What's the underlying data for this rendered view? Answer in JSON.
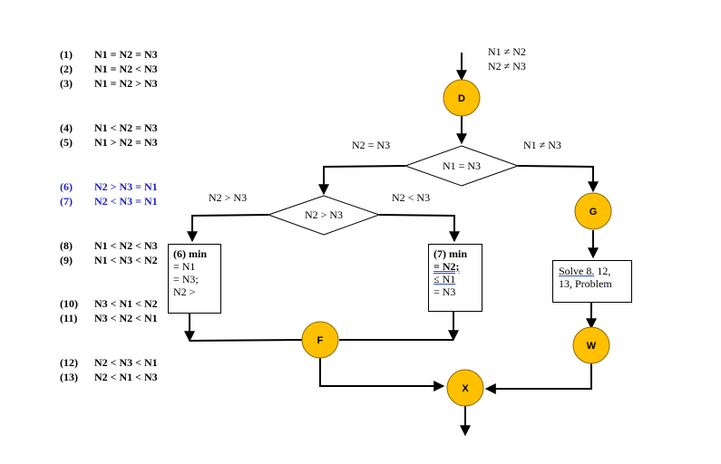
{
  "cases": [
    {
      "num": "(1)",
      "text": "N1 = N2 = N3",
      "highlight": false
    },
    {
      "num": "(2)",
      "text": "N1 = N2 < N3",
      "highlight": false
    },
    {
      "num": "(3)",
      "text": "N1 = N2 > N3",
      "highlight": false
    },
    {
      "num": "(4)",
      "text": "N1 < N2 = N3",
      "highlight": false
    },
    {
      "num": "(5)",
      "text": "N1 > N2 = N3",
      "highlight": false
    },
    {
      "num": "(6)",
      "text": "N2 > N3 = N1",
      "highlight": true
    },
    {
      "num": "(7)",
      "text": "N2 < N3 = N1",
      "highlight": true
    },
    {
      "num": "(8)",
      "text": "N1 < N2 < N3",
      "highlight": false
    },
    {
      "num": "(9)",
      "text": "N1 < N3 < N2",
      "highlight": false
    },
    {
      "num": "(10)",
      "text": "N3 < N1 < N2",
      "highlight": false
    },
    {
      "num": "(11)",
      "text": "N3 < N2 < N1",
      "highlight": false
    },
    {
      "num": "(12)",
      "text": "N2 < N3 < N1",
      "highlight": false
    },
    {
      "num": "(13)",
      "text": "N2 < N1 < N3",
      "highlight": false
    }
  ],
  "entry_condition": {
    "line1": "N1 ≠ N2",
    "line2": "N2 ≠ N3"
  },
  "nodes": {
    "D": "D",
    "G": "G",
    "F": "F",
    "W": "W",
    "X": "X"
  },
  "node_color": "#ffc000",
  "decision1": {
    "text": "N1 = N3",
    "left_label": "N2 = N3",
    "right_label": "N1 ≠ N3"
  },
  "decision2": {
    "text": "N2 > N3",
    "left_label": "N2 > N3",
    "right_label": "N2 < N3"
  },
  "box6": {
    "title": "(6) min",
    "lines": [
      "= N1",
      "= N3;",
      "N2 >"
    ]
  },
  "box7": {
    "title": "(7) min",
    "line1": "= N2;",
    "line2": "≤ N1",
    "line3": "= N3"
  },
  "solve_box": {
    "underlined": "Solve  8.",
    "rest": " 12,",
    "line2": "13, Problem"
  },
  "highlight_color": "#1f1fc8"
}
